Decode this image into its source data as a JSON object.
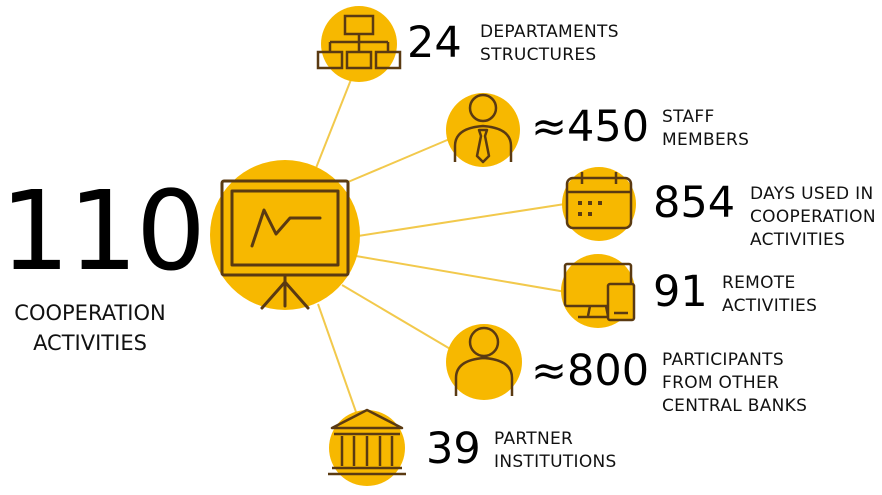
{
  "colors": {
    "accent": "#F7B800",
    "line": "#F2C94C",
    "stroke": "#5A3A12"
  },
  "main": {
    "value": "110",
    "label": "COOPERATION\nACTIVITIES"
  },
  "stats": [
    {
      "value": "24",
      "label": "DEPARTAMENTS\nSTRUCTURES",
      "icon": "org-chart-icon"
    },
    {
      "value": "≈450",
      "label": "STAFF\nMEMBERS",
      "icon": "staff-person-icon"
    },
    {
      "value": "854",
      "label": "DAYS USED IN\nCOOPERATION\nACTIVITIES",
      "icon": "calendar-icon"
    },
    {
      "value": "91",
      "label": "REMOTE\nACTIVITIES",
      "icon": "computer-devices-icon"
    },
    {
      "value": "≈800",
      "label": "PARTICIPANTS\nFROM OTHER\nCENTRAL BANKS",
      "icon": "participant-person-icon"
    },
    {
      "value": "39",
      "label": "PARTNER\nINSTITUTIONS",
      "icon": "bank-building-icon"
    }
  ]
}
